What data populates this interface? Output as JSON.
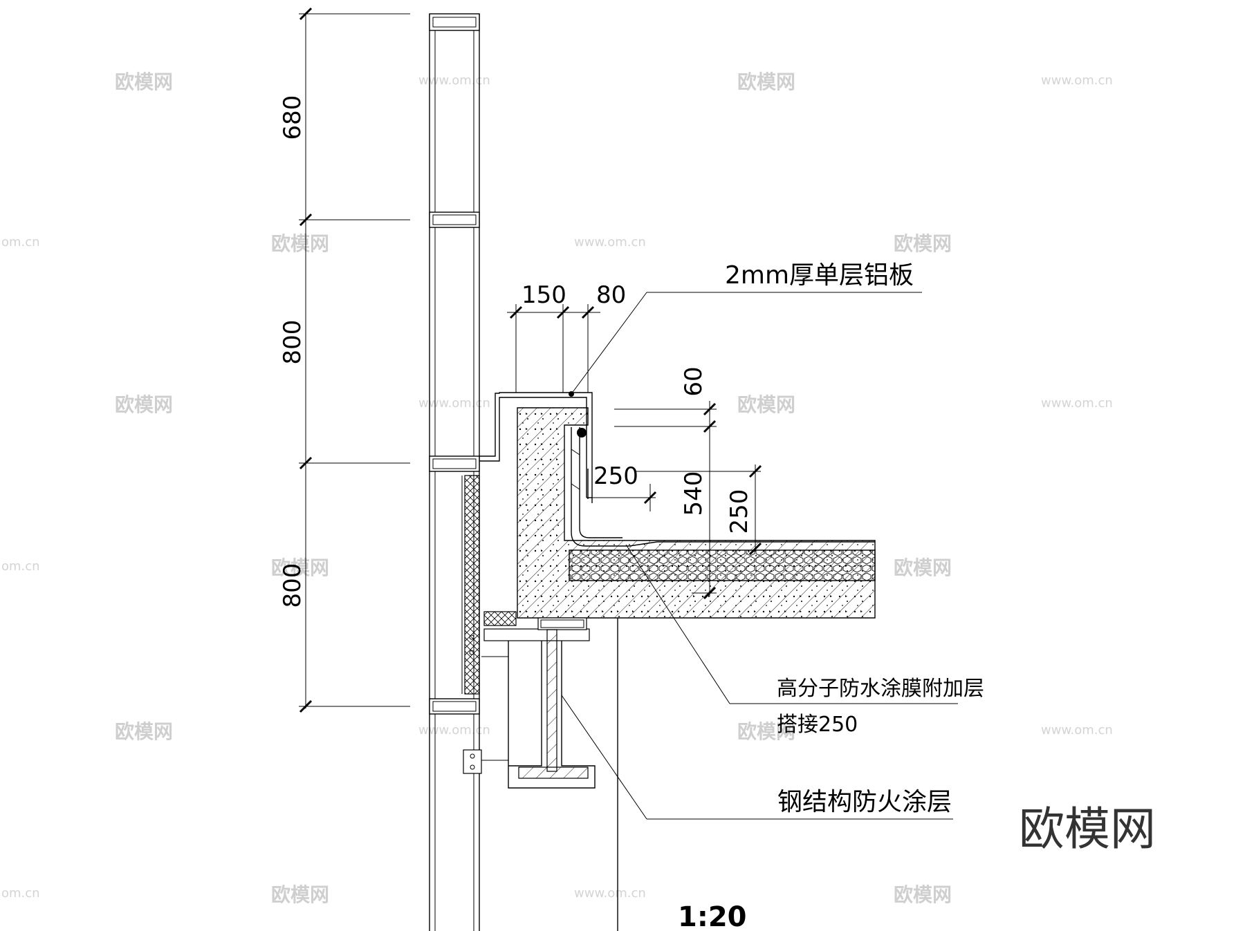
{
  "scale": "1:20",
  "brand_logo": "欧模网",
  "watermark_text": "欧模网",
  "watermark_url": "www.om.cn",
  "watermark_edge": "om.cn",
  "dimensions": {
    "d680": "680",
    "d800_upper": "800",
    "d800_lower": "800",
    "d150": "150",
    "d80": "80",
    "d60": "60",
    "d250_h": "250",
    "d540": "540",
    "d250_v": "250"
  },
  "notes": {
    "aluminum_panel": "2mm厚单层铝板",
    "waterproof_line1": "高分子防水涂膜附加层",
    "waterproof_line2": "搭接250",
    "fire_coating": "钢结构防火涂层"
  },
  "colors": {
    "line": "#000000",
    "watermark": "#cfcfcf"
  }
}
